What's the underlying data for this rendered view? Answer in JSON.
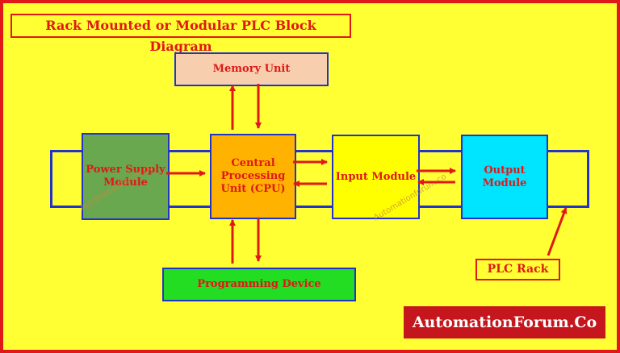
{
  "title": "Rack Mounted or Modular PLC Block Diagram",
  "blocks": {
    "memory": "Memory Unit",
    "power_supply": "Power Supply Module",
    "cpu": "Central Processing Unit (CPU)",
    "input": "Input Module",
    "output": "Output Module",
    "programming": "Programming Device"
  },
  "rack_label": "PLC Rack",
  "brand": "AutomationForum.Co",
  "watermark": "Automationforum.co",
  "colors": {
    "background": "#ffff33",
    "border_red": "#e01818",
    "rail_blue": "#2233cc",
    "memory": "#f7cfae",
    "power_supply": "#6aa84f",
    "cpu": "#ffb300",
    "input": "#ffff00",
    "output": "#00e5ff",
    "programming": "#22dd22",
    "brand_bg": "#c4161c"
  }
}
